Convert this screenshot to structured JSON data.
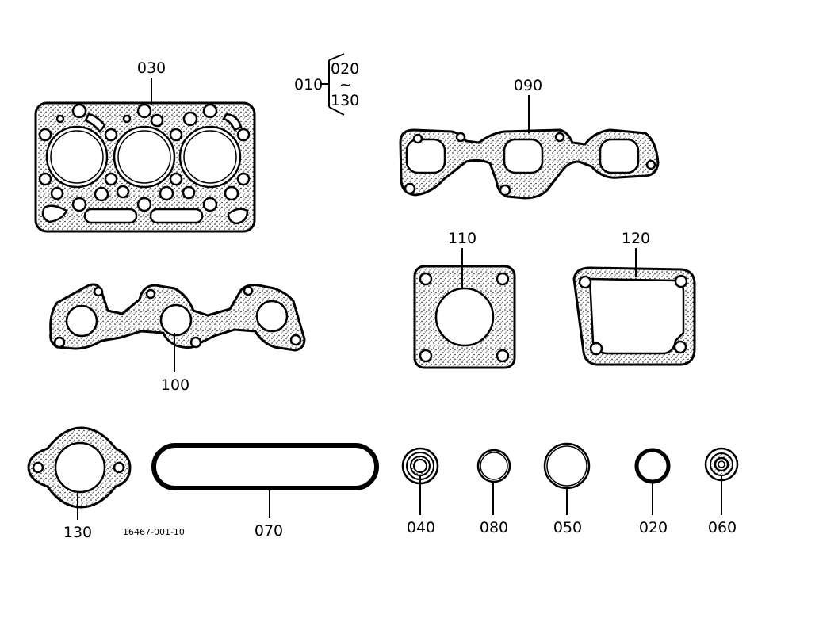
{
  "diagram": {
    "drawing_number": "16467-001-10",
    "kit_reference": {
      "kit": "010",
      "from": "020",
      "range_mark": "~",
      "to": "130"
    },
    "parts": [
      {
        "id": "030",
        "shape": "cylinder-head-gasket"
      },
      {
        "id": "090",
        "shape": "intake-manifold-gasket"
      },
      {
        "id": "100",
        "shape": "exhaust-manifold-gasket"
      },
      {
        "id": "110",
        "shape": "square-flange-gasket"
      },
      {
        "id": "120",
        "shape": "cover-gasket"
      },
      {
        "id": "130",
        "shape": "oval-flange-gasket"
      },
      {
        "id": "070",
        "shape": "cover-gasket-ring"
      },
      {
        "id": "040",
        "shape": "oil-seal"
      },
      {
        "id": "080",
        "shape": "o-ring"
      },
      {
        "id": "050",
        "shape": "o-ring"
      },
      {
        "id": "020",
        "shape": "o-ring"
      },
      {
        "id": "060",
        "shape": "oil-seal"
      }
    ]
  }
}
